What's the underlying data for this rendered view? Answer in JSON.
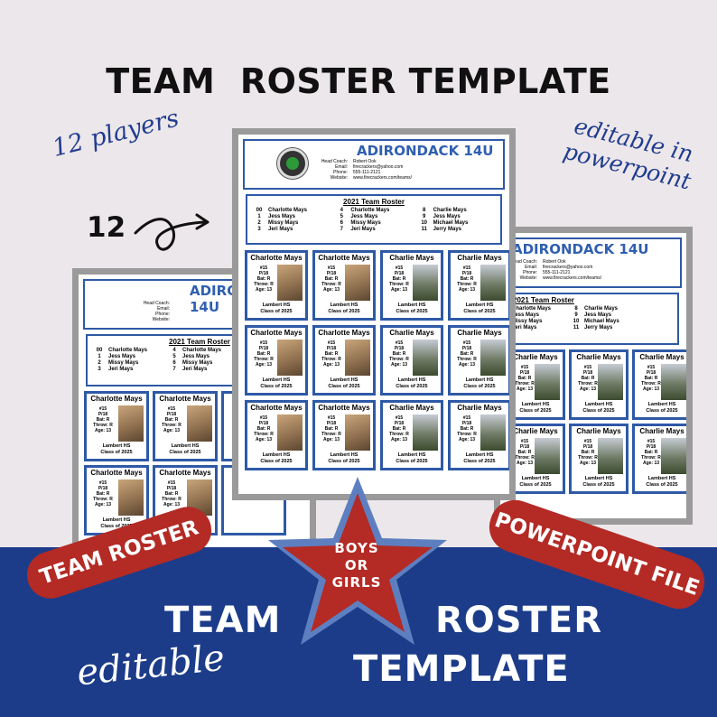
{
  "headline": "TEAM  ROSTER TEMPLATE",
  "players_note": "12 players",
  "editable_note": [
    "editable in",
    "powerpoint"
  ],
  "count_label": "12",
  "sheet": {
    "team_name": "ADIRONDACK 14U",
    "team_name_partial": "ADIRONDACK 14U",
    "info": [
      {
        "k": "Head Coach:",
        "v": "Robert Ook"
      },
      {
        "k": "Email:",
        "v": "firecrackers@yahoo.com"
      },
      {
        "k": "Phone:",
        "v": "555-111-2121"
      },
      {
        "k": "Website:",
        "v": "www.firecrackers.com/teams/"
      }
    ],
    "roster_title": "2021 Team Roster",
    "roster": [
      [
        "00",
        "Charlotte Mays",
        "4",
        "Charlotte Mays",
        "8",
        "Charlie Mays"
      ],
      [
        "1",
        "Jess Mays",
        "5",
        "Jess Mays",
        "9",
        "Jess Mays"
      ],
      [
        "2",
        "Missy Mays",
        "6",
        "Missy Mays",
        "10",
        "Michael Mays"
      ],
      [
        "3",
        "Jeri Mays",
        "7",
        "Jeri Mays",
        "11",
        "Jerry Mays"
      ]
    ],
    "card_charlotte": {
      "name": "Charlotte Mays"
    },
    "card_charlie": {
      "name": "Charlie Mays"
    },
    "card_stats": [
      "#15",
      "P/18",
      "Bat: R",
      "Throw: R",
      "Age: 13"
    ],
    "card_school": [
      "Lambert HS",
      "Class of 2025"
    ]
  },
  "ribbon_left": "TEAM ROSTER",
  "ribbon_right": "POWERPOINT FILE",
  "star_text": [
    "BOYS",
    "OR",
    "GIRLS"
  ],
  "band": {
    "team": "TEAM",
    "roster": "ROSTER",
    "template": "TEMPLATE",
    "editable": "editable"
  },
  "colors": {
    "band": "#1c3c8a",
    "ribbon": "#b42a25",
    "star": "#b42a25",
    "accent": "#2e59a6"
  }
}
